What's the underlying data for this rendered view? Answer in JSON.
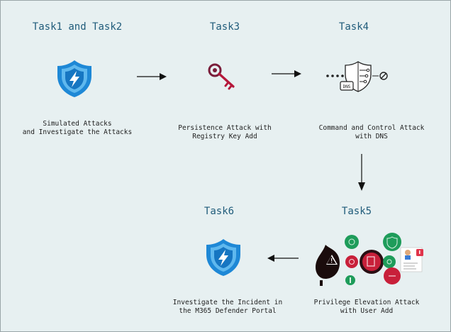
{
  "tasks": [
    {
      "title": "Task1 and Task2",
      "caption": [
        "Simulated Attacks",
        "and Investigate the Attacks"
      ],
      "icon": "defender-shield-icon"
    },
    {
      "title": "Task3",
      "caption": [
        "Persistence Attack with",
        "Registry Key Add"
      ],
      "icon": "registry-key-icon"
    },
    {
      "title": "Task4",
      "caption": [
        "Command and Control Attack",
        "with DNS"
      ],
      "icon": "dns-shield-icon"
    },
    {
      "title": "Task5",
      "caption": [
        "Privilege Elevation Attack",
        "with User Add"
      ],
      "icon": "privilege-elevation-icon"
    },
    {
      "title": "Task6",
      "caption": [
        "Investigate the Incident in",
        "the M365 Defender Portal"
      ],
      "icon": "defender-shield-icon"
    }
  ],
  "dns_label": "DNS",
  "colors": {
    "background": "#e7f0f1",
    "title": "#1f5b7a",
    "shield": "#1e88d6",
    "key": "#b5173a",
    "green": "#1e9c5a",
    "red": "#d3263a"
  }
}
